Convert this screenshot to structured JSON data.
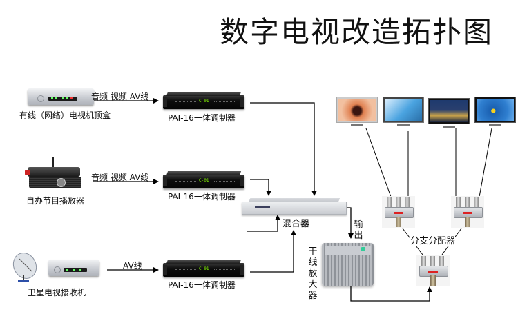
{
  "title": "数字电视改造拓扑图",
  "sources": [
    {
      "label": "有线（网络）电视机顶盒",
      "icon": "set-top-box-icon",
      "cable_label": "音频 视频 AV线"
    },
    {
      "label": "自办节目播放器",
      "icon": "media-player-icon",
      "cable_label": "音频 视频 AV线"
    },
    {
      "label": "卫星电视接收机",
      "icon": "satellite-receiver-icon",
      "cable_label": "AV线"
    }
  ],
  "modulators": [
    {
      "label": "PAI-16一体调制器",
      "display": "C-01"
    },
    {
      "label": "PAI-16一体调制器",
      "display": "C-01"
    },
    {
      "label": "PAI-16一体调制器",
      "display": "C-01"
    }
  ],
  "mixer": {
    "label": "混合器"
  },
  "output_label": "输出",
  "amplifier": {
    "label": "干线放大器"
  },
  "splitter": {
    "label": "分支分配器"
  },
  "tvs": [
    {
      "icon": "tv-flower-icon",
      "screen_color": "#c8603a"
    },
    {
      "icon": "tv-sky-icon",
      "screen_color": "#4aa3e0"
    },
    {
      "icon": "tv-city-icon",
      "screen_color": "#2a3f6e"
    },
    {
      "icon": "tv-ski-icon",
      "screen_color": "#2f7fd0"
    }
  ]
}
